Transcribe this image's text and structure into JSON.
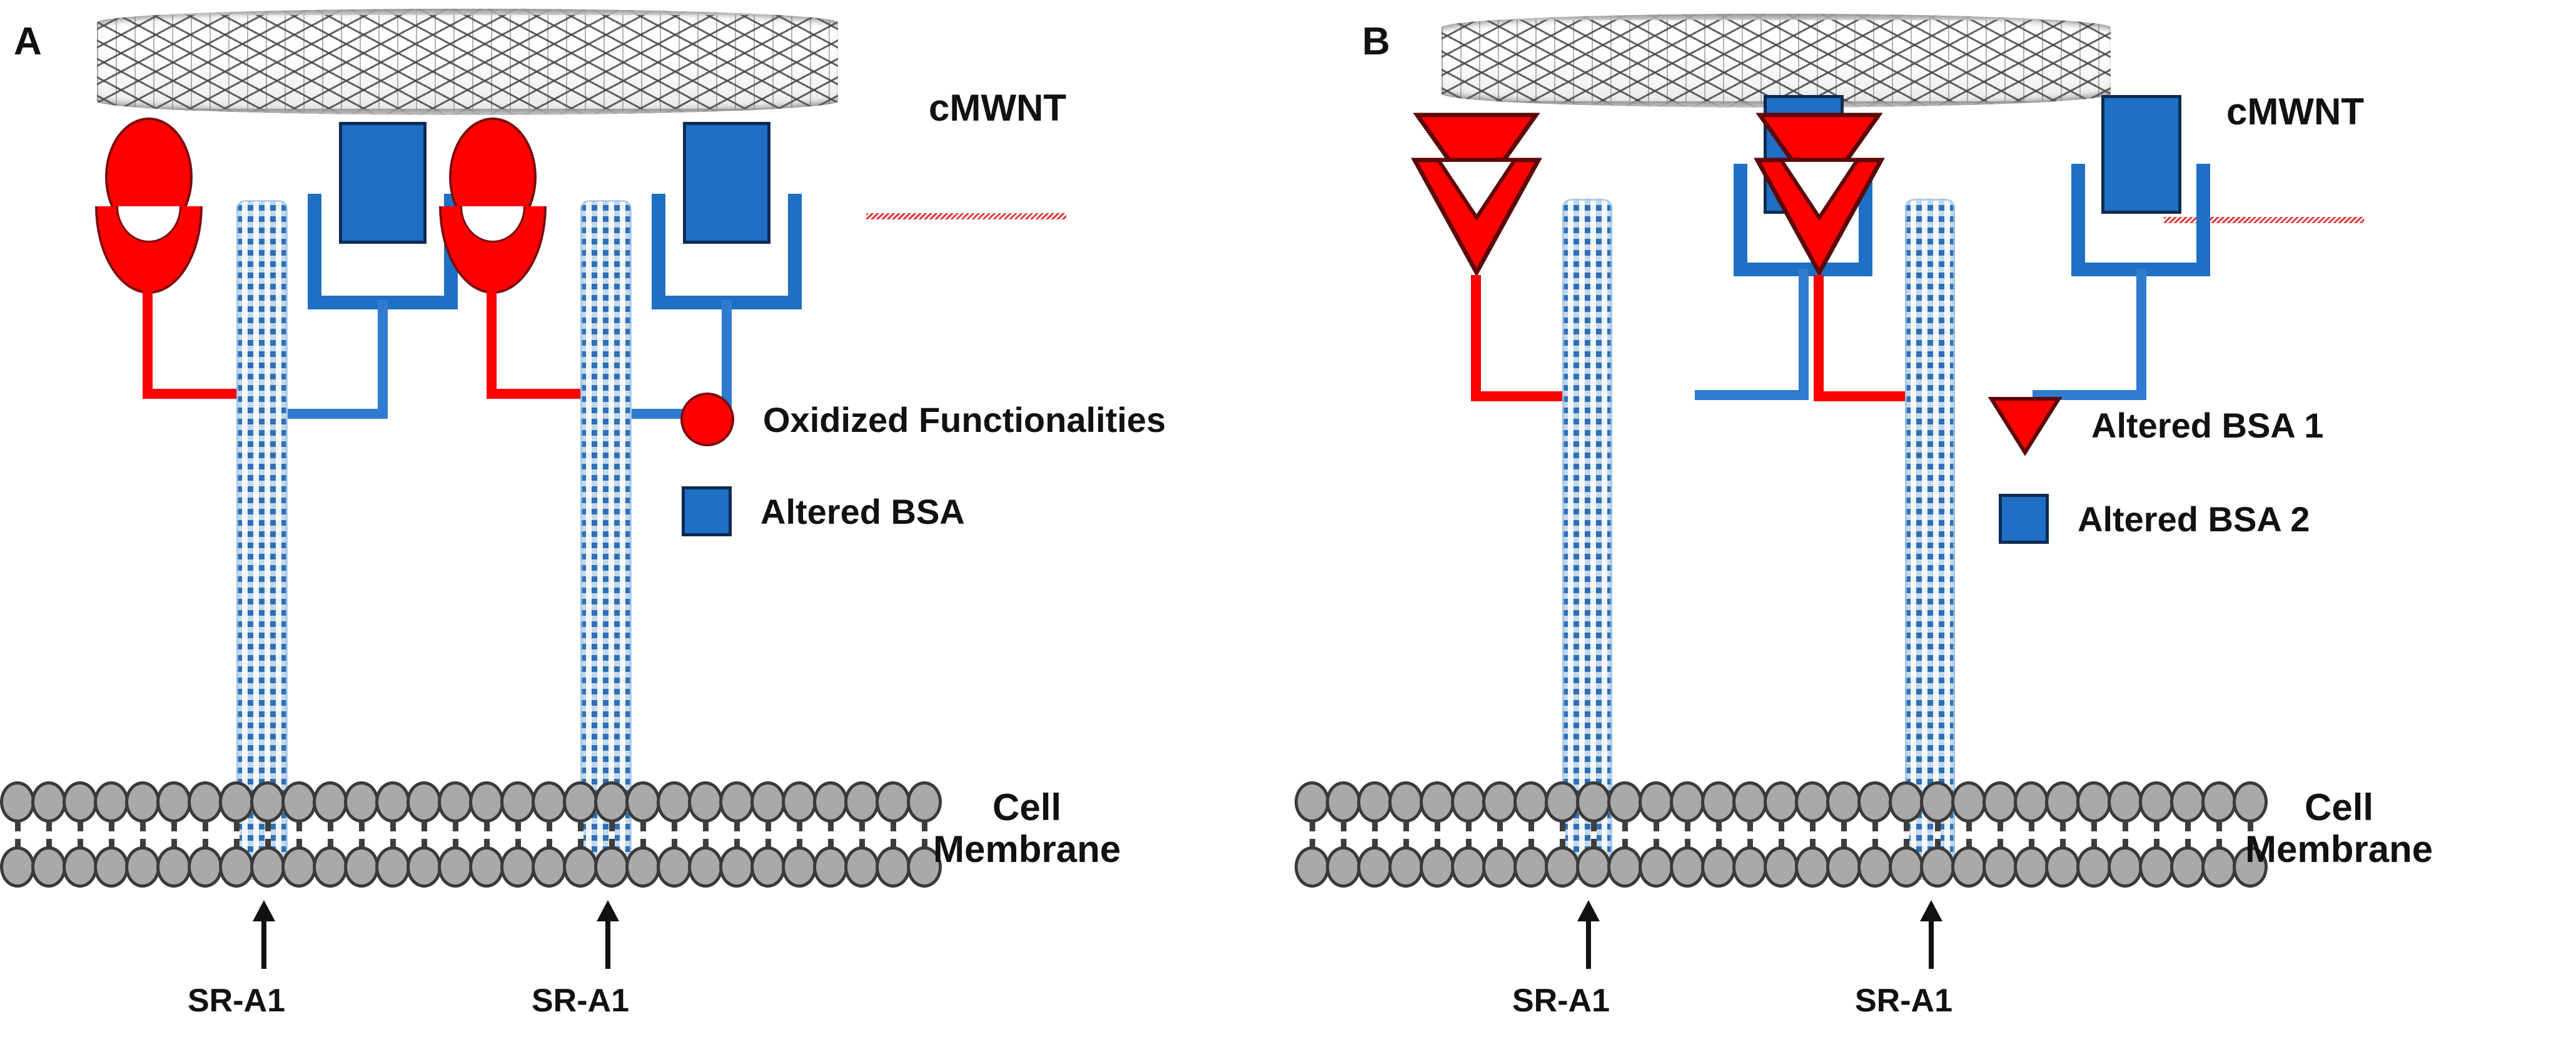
{
  "figure": {
    "type": "scientific-schematic",
    "description": "Two-panel schematic of carboxylated multi-walled nanotube bound to SR-A1 cell-surface receptors"
  },
  "panels": [
    {
      "id": "A",
      "letter": "A",
      "nanotube_label": "cMWNT",
      "nanotube_label_misspelled": true,
      "membrane_label_line1": "Cell",
      "membrane_label_line2": "Membrane",
      "receptors": [
        {
          "label": "SR-A1"
        },
        {
          "label": "SR-A1"
        }
      ],
      "legend": [
        {
          "icon": "red-circle-icon",
          "shape": "circle",
          "color": "#FF0000",
          "label": "Oxidized Functionalities"
        },
        {
          "icon": "blue-square-icon",
          "shape": "square",
          "color": "#1F6FC4",
          "label": "Altered BSA"
        }
      ],
      "ligand_marks": [
        {
          "type": "circle",
          "color": "#FF0000"
        },
        {
          "type": "square",
          "color": "#1F6FC4"
        },
        {
          "type": "circle",
          "color": "#FF0000"
        },
        {
          "type": "square",
          "color": "#1F6FC4"
        }
      ]
    },
    {
      "id": "B",
      "letter": "B",
      "nanotube_label": "cMWNT",
      "nanotube_label_misspelled": true,
      "membrane_label_line1": "Cell",
      "membrane_label_line2": "Membrane",
      "receptors": [
        {
          "label": "SR-A1"
        },
        {
          "label": "SR-A1"
        }
      ],
      "legend": [
        {
          "icon": "red-triangle-icon",
          "shape": "triangle-down",
          "color": "#FF0000",
          "label": "Altered BSA 1"
        },
        {
          "icon": "blue-square-icon",
          "shape": "square",
          "color": "#1F6FC4",
          "label": "Altered BSA 2"
        }
      ],
      "ligand_marks": [
        {
          "type": "triangle-down",
          "color": "#FF0000"
        },
        {
          "type": "square",
          "color": "#1F6FC4"
        },
        {
          "type": "triangle-down",
          "color": "#FF0000"
        },
        {
          "type": "square",
          "color": "#1F6FC4"
        }
      ]
    }
  ],
  "colors": {
    "red": "#FF0000",
    "red_outline": "#7D0D0D",
    "blue": "#1F6FC4",
    "blue_outline": "#0D2B52",
    "link_blue": "#2E7BD0",
    "lipid_head": "#A9A9A9",
    "lipid_outline": "#3A3A3A",
    "receptor_blue": "#2F6FB5",
    "nanotube_gray": "#8D8D8D",
    "text": "#111111",
    "spellcheck_red": "#E23B3B"
  }
}
